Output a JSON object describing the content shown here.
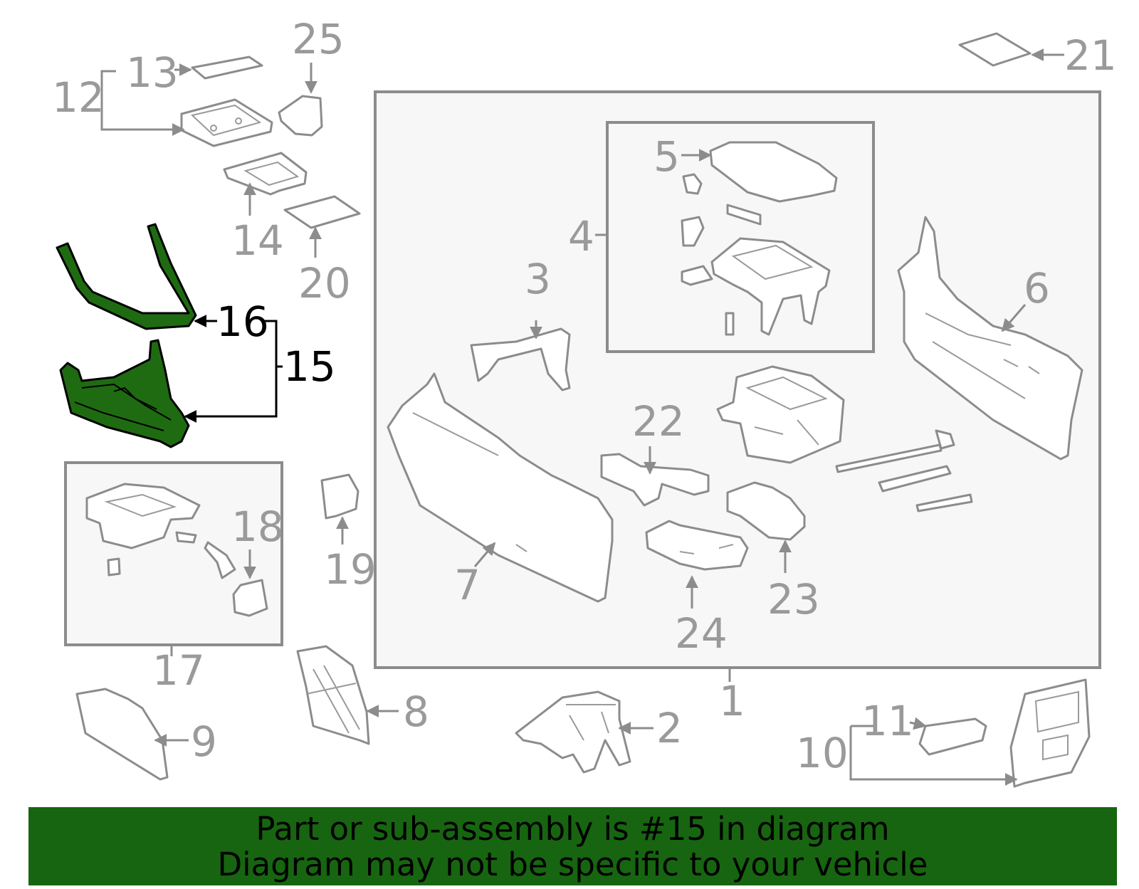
{
  "diagram": {
    "highlight_color": "#1f6b12",
    "callouts": [
      {
        "id": "c1",
        "text": "1"
      },
      {
        "id": "c2",
        "text": "2"
      },
      {
        "id": "c3",
        "text": "3"
      },
      {
        "id": "c4",
        "text": "4"
      },
      {
        "id": "c5",
        "text": "5"
      },
      {
        "id": "c6",
        "text": "6"
      },
      {
        "id": "c7",
        "text": "7"
      },
      {
        "id": "c8",
        "text": "8"
      },
      {
        "id": "c9",
        "text": "9"
      },
      {
        "id": "c10",
        "text": "10"
      },
      {
        "id": "c11",
        "text": "11"
      },
      {
        "id": "c12",
        "text": "12"
      },
      {
        "id": "c13",
        "text": "13"
      },
      {
        "id": "c14",
        "text": "14"
      },
      {
        "id": "c15",
        "text": "15"
      },
      {
        "id": "c16",
        "text": "16"
      },
      {
        "id": "c17",
        "text": "17"
      },
      {
        "id": "c18",
        "text": "18"
      },
      {
        "id": "c19",
        "text": "19"
      },
      {
        "id": "c20",
        "text": "20"
      },
      {
        "id": "c21",
        "text": "21"
      },
      {
        "id": "c22",
        "text": "22"
      },
      {
        "id": "c23",
        "text": "23"
      },
      {
        "id": "c24",
        "text": "24"
      },
      {
        "id": "c25",
        "text": "25"
      }
    ]
  },
  "banner": {
    "line1": "Part or sub-assembly is #15 in diagram",
    "line2": "Diagram may not be specific to your vehicle",
    "background": "#176510"
  }
}
